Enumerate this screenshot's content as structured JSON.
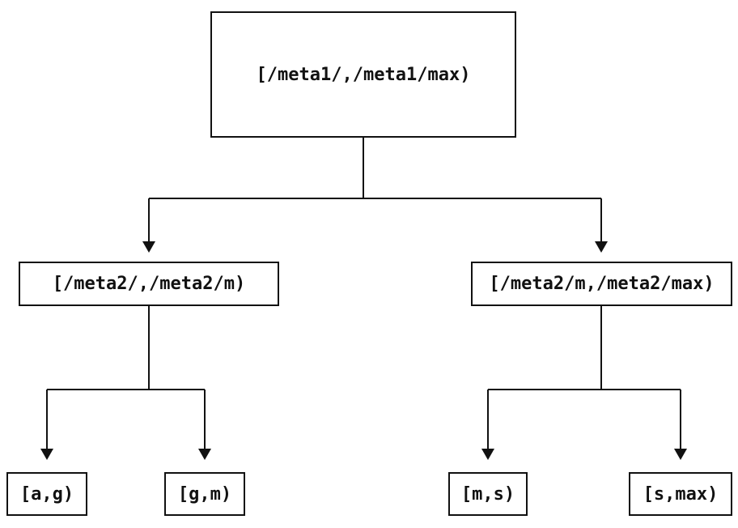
{
  "diagram": {
    "type": "tree",
    "background_color": "#ffffff",
    "line_color": "#111111",
    "nodes": {
      "root": {
        "label": "[/meta1/,/meta1/max)"
      },
      "meta2_low": {
        "label": "[/meta2/,/meta2/m)"
      },
      "meta2_high": {
        "label": "[/meta2/m,/meta2/max)"
      },
      "leaf_a_g": {
        "label": "[a,g)"
      },
      "leaf_g_m": {
        "label": "[g,m)"
      },
      "leaf_m_s": {
        "label": "[m,s)"
      },
      "leaf_s_max": {
        "label": "[s,max)"
      }
    }
  }
}
